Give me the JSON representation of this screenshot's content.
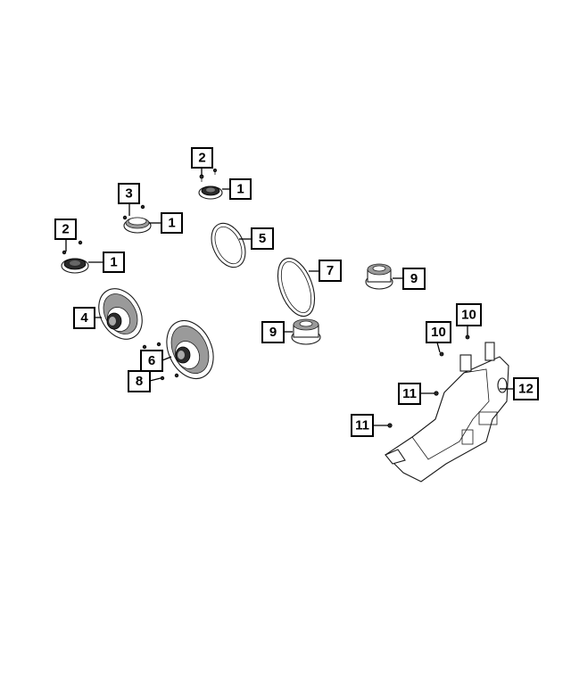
{
  "callouts": [
    {
      "id": "c2a",
      "label": "2"
    },
    {
      "id": "c1a",
      "label": "1"
    },
    {
      "id": "c3",
      "label": "3"
    },
    {
      "id": "c1b",
      "label": "1"
    },
    {
      "id": "c2b",
      "label": "2"
    },
    {
      "id": "c1c",
      "label": "1"
    },
    {
      "id": "c5",
      "label": "5"
    },
    {
      "id": "c7",
      "label": "7"
    },
    {
      "id": "c9a",
      "label": "9"
    },
    {
      "id": "c4",
      "label": "4"
    },
    {
      "id": "c6",
      "label": "6"
    },
    {
      "id": "c8",
      "label": "8"
    },
    {
      "id": "c9b",
      "label": "9"
    },
    {
      "id": "c10a",
      "label": "10"
    },
    {
      "id": "c10b",
      "label": "10"
    },
    {
      "id": "c11a",
      "label": "11"
    },
    {
      "id": "c12",
      "label": "12"
    },
    {
      "id": "c11b",
      "label": "11"
    }
  ]
}
